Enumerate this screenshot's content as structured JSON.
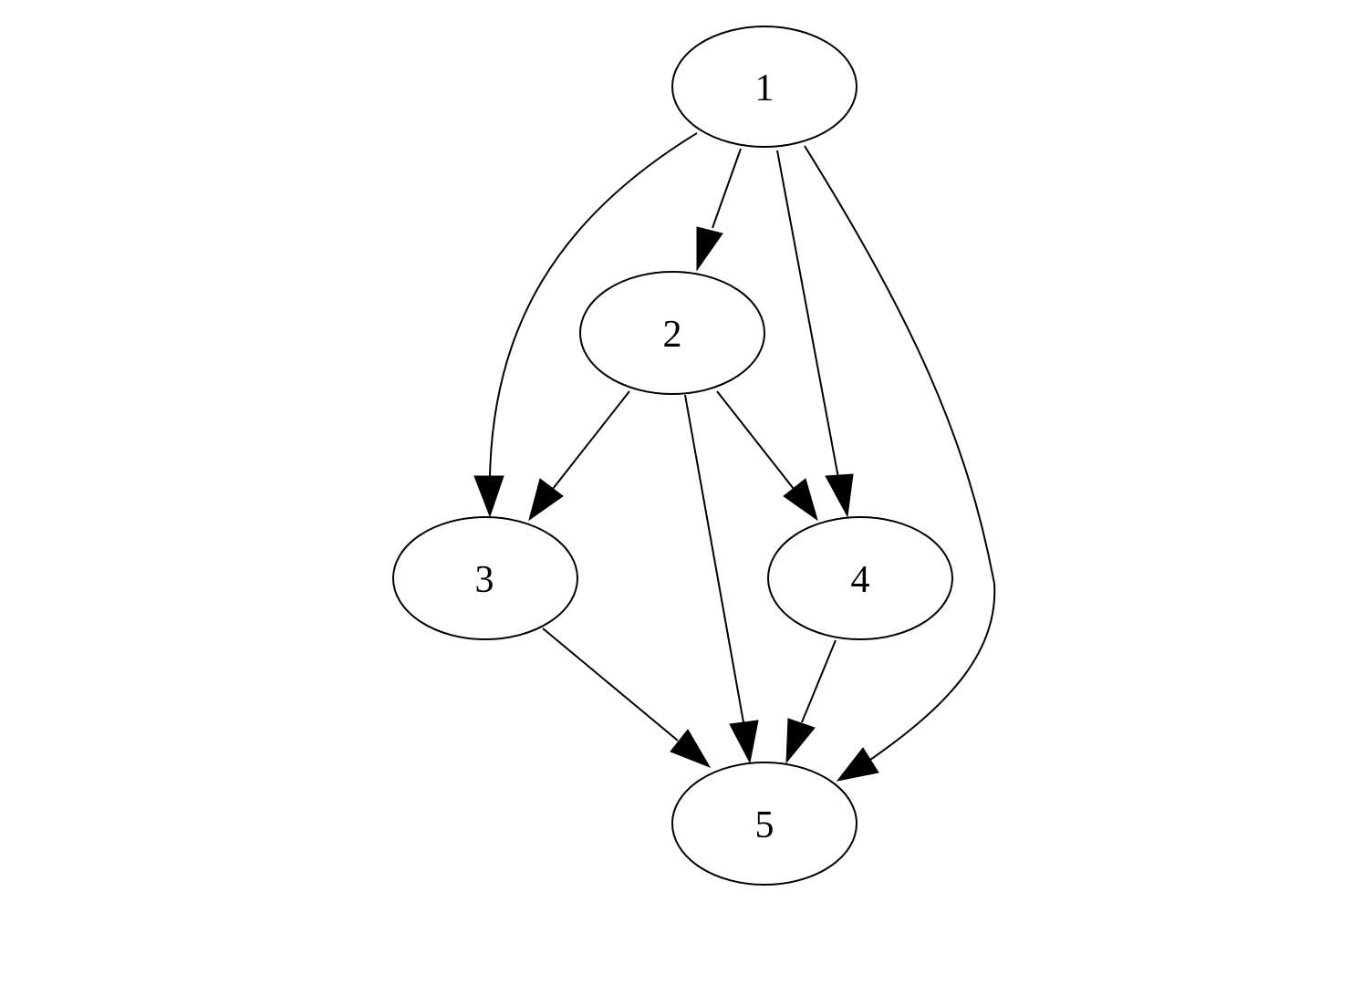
{
  "graph": {
    "directed": true,
    "nodes": [
      {
        "id": "1",
        "label": "1"
      },
      {
        "id": "2",
        "label": "2"
      },
      {
        "id": "3",
        "label": "3"
      },
      {
        "id": "4",
        "label": "4"
      },
      {
        "id": "5",
        "label": "5"
      }
    ],
    "edges": [
      {
        "from": "1",
        "to": "2"
      },
      {
        "from": "1",
        "to": "3"
      },
      {
        "from": "1",
        "to": "4"
      },
      {
        "from": "1",
        "to": "5"
      },
      {
        "from": "2",
        "to": "3"
      },
      {
        "from": "2",
        "to": "4"
      },
      {
        "from": "2",
        "to": "5"
      },
      {
        "from": "3",
        "to": "5"
      },
      {
        "from": "4",
        "to": "5"
      }
    ],
    "colors": {
      "stroke": "#000000",
      "node_fill": "#ffffff",
      "background": "#ffffff"
    }
  }
}
